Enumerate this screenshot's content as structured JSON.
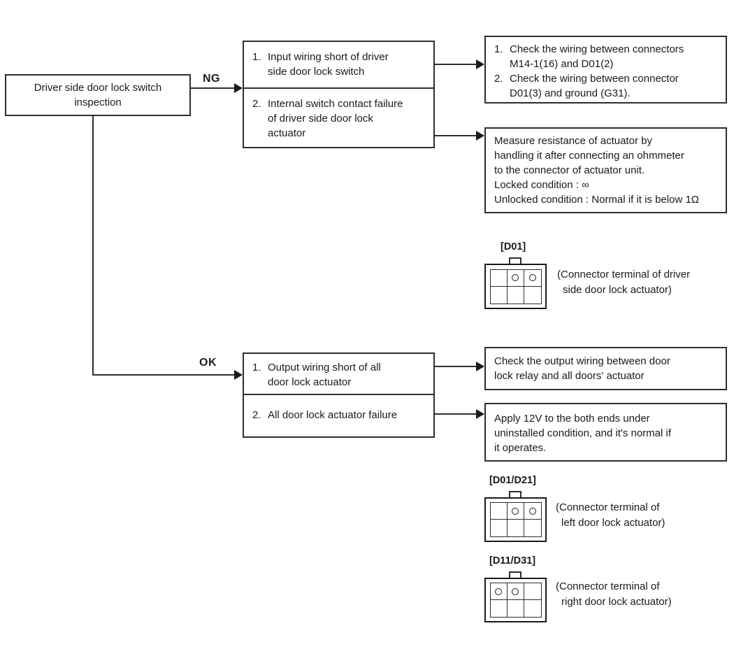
{
  "palette": {
    "ink": "#1a1a1a",
    "line": "#2e2e2e",
    "background": "#ffffff"
  },
  "flowchart": {
    "start_box": {
      "text": "Driver side door lock switch\ninspection"
    },
    "ng_branch": {
      "label": "NG",
      "cause_box": {
        "items": [
          {
            "num": "1.",
            "text": "Input wiring short of driver\nside door lock switch"
          },
          {
            "num": "2.",
            "text": "Internal switch contact failure\nof driver side door lock\nactuator"
          }
        ]
      },
      "action_box_1": {
        "items": [
          {
            "num": "1.",
            "text": "Check the wiring between connectors\nM14-1(16) and D01(2)"
          },
          {
            "num": "2.",
            "text": "Check the wiring between connector\nD01(3) and ground (G31)."
          }
        ]
      },
      "action_box_2": {
        "text": "Measure resistance of actuator by\nhandling it after connecting an ohmmeter\nto the connector of actuator unit.\nLocked condition : ∞\nUnlocked condition : Normal if it is below 1Ω"
      }
    },
    "ok_branch": {
      "label": "OK",
      "cause_box": {
        "items": [
          {
            "num": "1.",
            "text": "Output wiring short of all\ndoor lock actuator"
          },
          {
            "num": "2.",
            "text": "All door lock actuator failure"
          }
        ]
      },
      "action_box_1": {
        "text": "Check the output wiring between door\nlock relay and all doors' actuator"
      },
      "action_box_2": {
        "text": "Apply 12V to the both ends under\nuninstalled condition, and it's normal if\nit operates."
      }
    },
    "connectors": [
      {
        "label": "[D01]",
        "caption_line1": "(Connector terminal of driver",
        "caption_line2": "side door lock actuator)",
        "pins": [
          [
            "",
            "o",
            "o"
          ],
          [
            "",
            "",
            ""
          ]
        ]
      },
      {
        "label": "[D01/D21]",
        "caption_line1": "(Connector terminal of",
        "caption_line2": "left door lock actuator)",
        "pins": [
          [
            "",
            "o",
            "o"
          ],
          [
            "",
            "",
            ""
          ]
        ]
      },
      {
        "label": "[D11/D31]",
        "caption_line1": "(Connector terminal of",
        "caption_line2": "right door lock actuator)",
        "pins": [
          [
            "o",
            "o",
            ""
          ],
          [
            "",
            "",
            ""
          ]
        ]
      }
    ]
  }
}
